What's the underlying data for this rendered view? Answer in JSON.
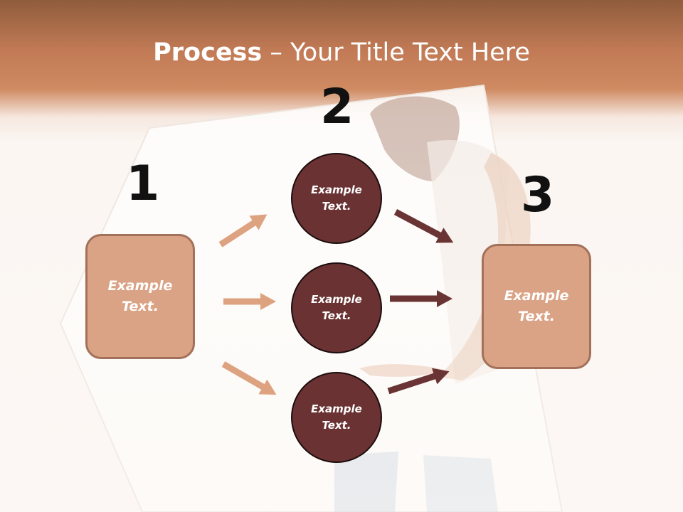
{
  "slide": {
    "title_bold": "Process",
    "title_rest": " – Your Title Text Here",
    "steps": [
      {
        "number": "1",
        "text": "Example Text."
      },
      {
        "number": "2"
      },
      {
        "number": "3",
        "text": "Example Text."
      }
    ],
    "circles": [
      {
        "text": "Example Text."
      },
      {
        "text": "Example Text."
      },
      {
        "text": "Example Text."
      }
    ],
    "colors": {
      "header_brown": "#c17a55",
      "box_fill": "#dba385",
      "box_border": "#a3715a",
      "circle_fill": "#6a3232",
      "light_arrow": "#dda27f",
      "dark_arrow": "#6b3434",
      "number_text": "#111111"
    }
  }
}
